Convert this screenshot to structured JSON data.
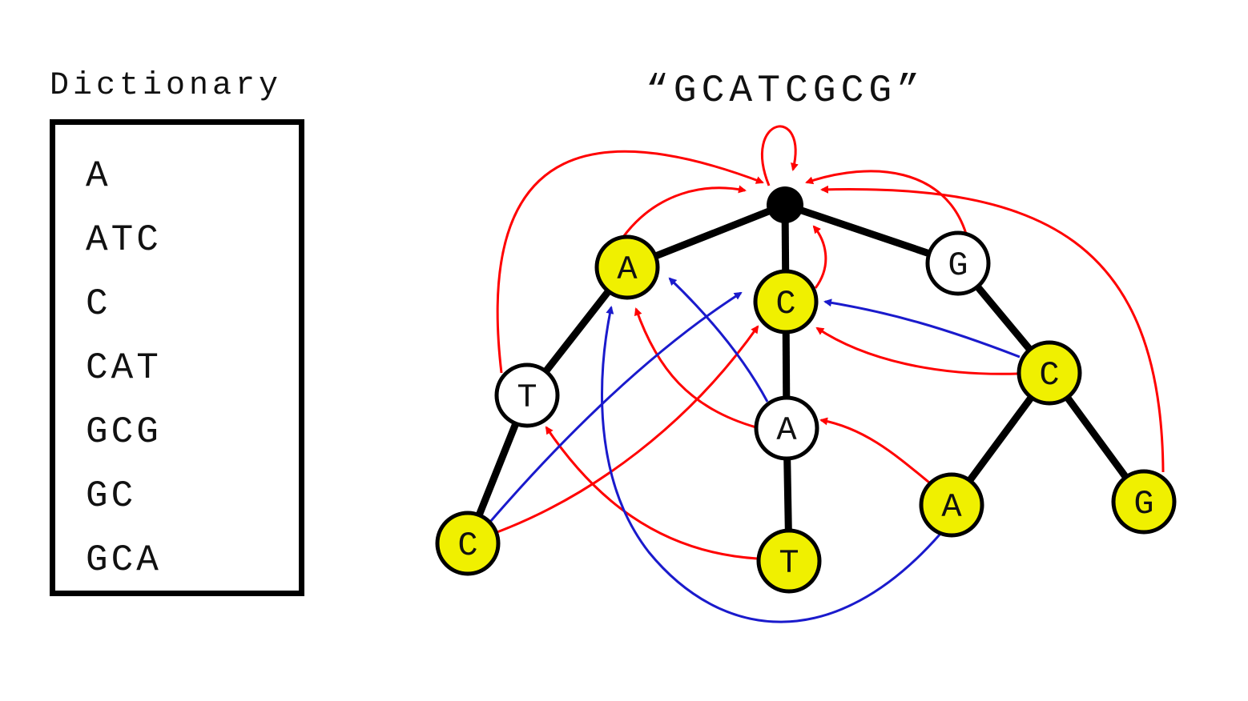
{
  "dictionary": {
    "title": "Dictionary",
    "words": [
      "A",
      "ATC",
      "C",
      "CAT",
      "GCG",
      "GC",
      "GCA"
    ]
  },
  "query": "“GCATCGCG”",
  "colors": {
    "tree_edge": "#000000",
    "word_node_fill": "#f0f000",
    "plain_node_fill": "#ffffff",
    "failure_link": "#ff0000",
    "dictionary_suffix_link": "#1a1acc"
  },
  "trie": {
    "root": "root",
    "nodes": [
      {
        "id": "root",
        "label": "",
        "is_word": false
      },
      {
        "id": "A",
        "label": "A",
        "is_word": true
      },
      {
        "id": "AT",
        "label": "T",
        "is_word": false
      },
      {
        "id": "ATC",
        "label": "C",
        "is_word": true
      },
      {
        "id": "C",
        "label": "C",
        "is_word": true
      },
      {
        "id": "CA",
        "label": "A",
        "is_word": false
      },
      {
        "id": "CAT",
        "label": "T",
        "is_word": true
      },
      {
        "id": "G",
        "label": "G",
        "is_word": false
      },
      {
        "id": "GC",
        "label": "C",
        "is_word": true
      },
      {
        "id": "GCA",
        "label": "A",
        "is_word": true
      },
      {
        "id": "GCG",
        "label": "G",
        "is_word": true
      }
    ],
    "edges": [
      [
        "root",
        "A"
      ],
      [
        "A",
        "AT"
      ],
      [
        "AT",
        "ATC"
      ],
      [
        "root",
        "C"
      ],
      [
        "C",
        "CA"
      ],
      [
        "CA",
        "CAT"
      ],
      [
        "root",
        "G"
      ],
      [
        "G",
        "GC"
      ],
      [
        "GC",
        "GCA"
      ],
      [
        "GC",
        "GCG"
      ]
    ],
    "failure_links": [
      [
        "root",
        "root"
      ],
      [
        "A",
        "root"
      ],
      [
        "AT",
        "root"
      ],
      [
        "ATC",
        "C"
      ],
      [
        "C",
        "root"
      ],
      [
        "CA",
        "A"
      ],
      [
        "CAT",
        "AT"
      ],
      [
        "G",
        "root"
      ],
      [
        "GC",
        "C"
      ],
      [
        "GCA",
        "CA"
      ],
      [
        "GCG",
        "root"
      ]
    ],
    "dictionary_suffix_links": [
      [
        "ATC",
        "C"
      ],
      [
        "CA",
        "A"
      ],
      [
        "GC",
        "C"
      ],
      [
        "GCA",
        "A"
      ]
    ]
  }
}
